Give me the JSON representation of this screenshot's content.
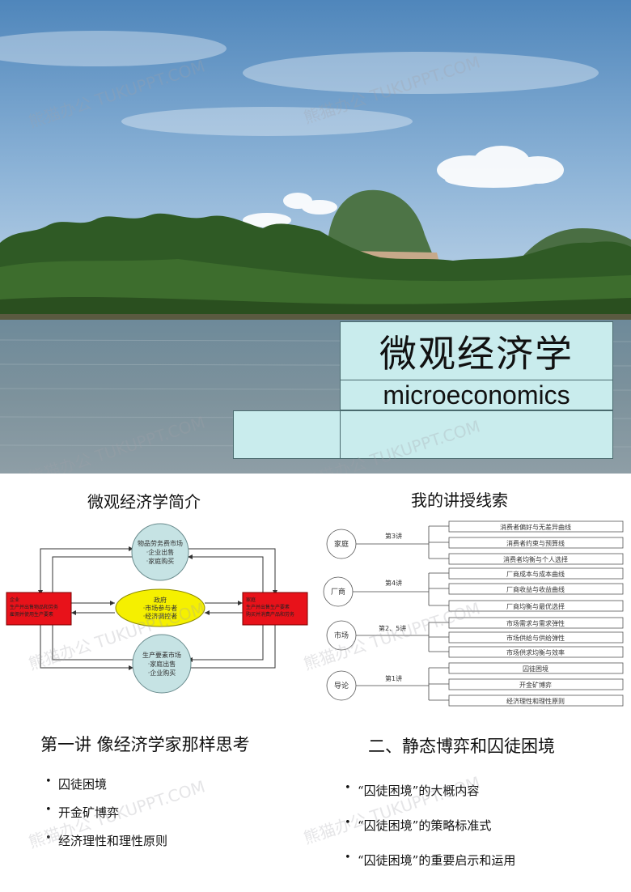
{
  "slide_cover": {
    "title_zh": "微观经济学",
    "title_en": "microeconomics"
  },
  "watermark_text": "熊猫办公 TUKUPPT.COM",
  "slide_intro": {
    "title": "微观经济学简介",
    "top_node": [
      "物品劳务费市场",
      "·企业出售",
      "·家庭购买"
    ],
    "center_node": [
      "政府",
      "·市场参与者",
      "·经济调控者"
    ],
    "bottom_node": [
      "生产要素市场",
      "·家庭出售",
      "·企业购买"
    ],
    "left_node": [
      "企业",
      "生产并出售物品和劳务",
      "雇佣并使用生产要素"
    ],
    "right_node": [
      "家庭",
      "生产并出售生产要素",
      "购买并消费产品和劳务"
    ]
  },
  "slide_outline": {
    "title": "我的讲授线索",
    "groups": [
      {
        "node": "家庭",
        "lecture": "第3讲",
        "items": [
          "消费者偏好与无差异曲线",
          "消费者约束与预算线",
          "消费者均衡与个人选择"
        ]
      },
      {
        "node": "厂商",
        "lecture": "第4讲",
        "items": [
          "厂商成本与成本曲线",
          "厂商收益与收益曲线",
          "厂商均衡与最优选择"
        ]
      },
      {
        "node": "市场",
        "lecture": "第2、5讲",
        "items": [
          "市场需求与需求弹性",
          "市场供给与供给弹性",
          "市场供求均衡与效率"
        ]
      },
      {
        "node": "导论",
        "lecture": "第1讲",
        "items": [
          "囚徒困境",
          "开金矿博弈",
          "经济理性和理性原则"
        ]
      }
    ]
  },
  "slide_lecture1": {
    "title": "第一讲 像经济学家那样思考",
    "bullets": [
      "囚徒困境",
      "开金矿博弈",
      "经济理性和理性原则"
    ]
  },
  "slide_game": {
    "title": "二、静态博弈和囚徒困境",
    "bullets": [
      "“囚徒困境”的大概内容",
      "“囚徒困境”的策略标准式",
      "“囚徒困境”的重要启示和运用"
    ]
  },
  "colors": {
    "title_box": "#c9eced",
    "red_box": "#e8121a",
    "yellow_ellipse": "#f5f000",
    "teal_circle": "#c6e3e4"
  }
}
